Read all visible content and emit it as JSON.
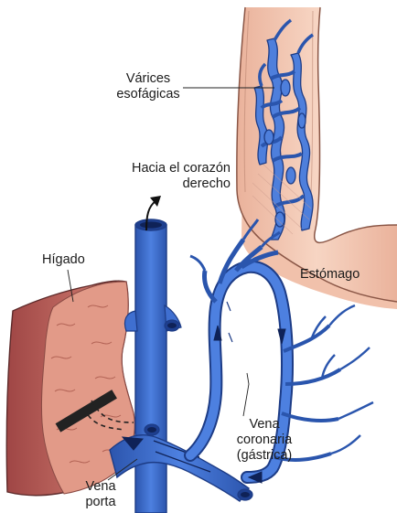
{
  "labels": {
    "varices": {
      "line1": "Várices",
      "line2": "esofágicas"
    },
    "heart": {
      "line1": "Hacia el corazón",
      "line2": "derecho"
    },
    "liver": "Hígado",
    "stomach": "Estómago",
    "coronary_vein": {
      "line1": "Vena",
      "line2": "coronaria",
      "line3": "(gástrica)"
    },
    "portal_vein": {
      "line1": "Vena",
      "line2": "porta"
    }
  },
  "colors": {
    "vein": "#3f6fd0",
    "vein_dark": "#1d3c86",
    "liver": "#b85d5a",
    "liver_light": "#e7a393",
    "stomach": "#f3c9b4",
    "stomach_edge": "#8a5646"
  }
}
